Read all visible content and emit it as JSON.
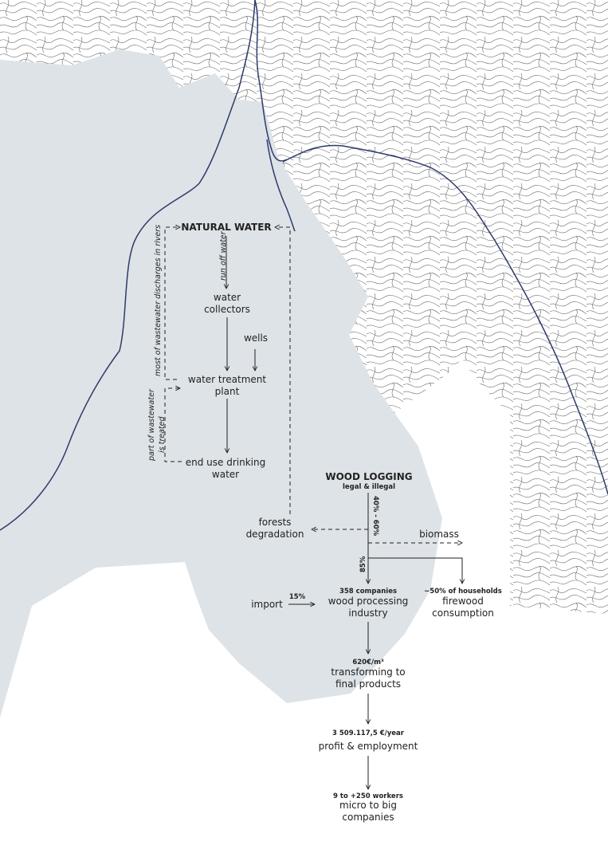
{
  "colors": {
    "water": "#dde3e7",
    "river": "#2f3b6b",
    "contour": "#6a6a6a",
    "text": "#222222"
  },
  "water_cycle": {
    "natural_water": "NATURAL WATER",
    "run_off": "run off water",
    "collectors_1": "water",
    "collectors_2": "collectors",
    "wells": "wells",
    "plant_1": "water treatment",
    "plant_2": "plant",
    "end_use_1": "end use drinking",
    "end_use_2": "water",
    "discharge": "most of wastewater discharges in rivers",
    "treated_1": "part of wastewater",
    "treated_2": "is treated"
  },
  "wood": {
    "title": "WOOD LOGGING",
    "subtitle": "legal & illegal",
    "share_degradation": "40% - 60%",
    "forests_1": "forests",
    "forests_2": "degradation",
    "biomass": "biomass",
    "share_industry": "85%",
    "companies": "358 companies",
    "industry_1": "wood processing",
    "industry_2": "industry",
    "import": "import",
    "import_share": "15%",
    "households": "~50% of households",
    "firewood_1": "firewood",
    "firewood_2": "consumption",
    "price": "620€/m³",
    "transform_1": "transforming to",
    "transform_2": "final products",
    "profit_value": "3 509.117,5 €/year",
    "profit": "profit & employment",
    "workers": "9 to +250 workers",
    "companies_size_1": "micro to big",
    "companies_size_2": "companies"
  }
}
